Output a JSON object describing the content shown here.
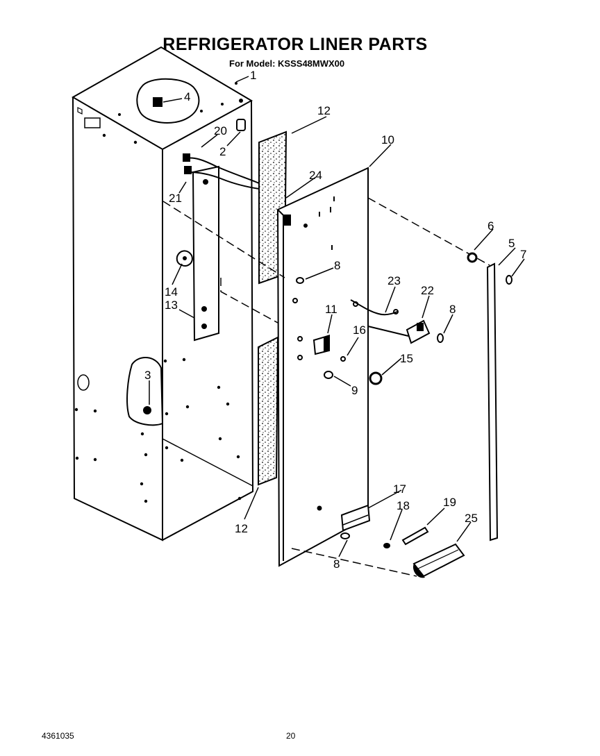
{
  "header": {
    "title": "REFRIGERATOR LINER PARTS",
    "model_line": "For Model: KSSS48MWX00"
  },
  "footer": {
    "doc_number": "4361035",
    "page_number": "20"
  },
  "callouts": {
    "c1": "1",
    "c2": "2",
    "c3": "3",
    "c4": "4",
    "c5": "5",
    "c6": "6",
    "c7": "7",
    "c8a": "8",
    "c8b": "8",
    "c8c": "8",
    "c9": "9",
    "c10": "10",
    "c11": "11",
    "c12a": "12",
    "c12b": "12",
    "c13": "13",
    "c14": "14",
    "c15": "15",
    "c16": "16",
    "c17": "17",
    "c18": "18",
    "c19": "19",
    "c20": "20",
    "c21": "21",
    "c22": "22",
    "c23": "23",
    "c24": "24",
    "c25": "25"
  }
}
